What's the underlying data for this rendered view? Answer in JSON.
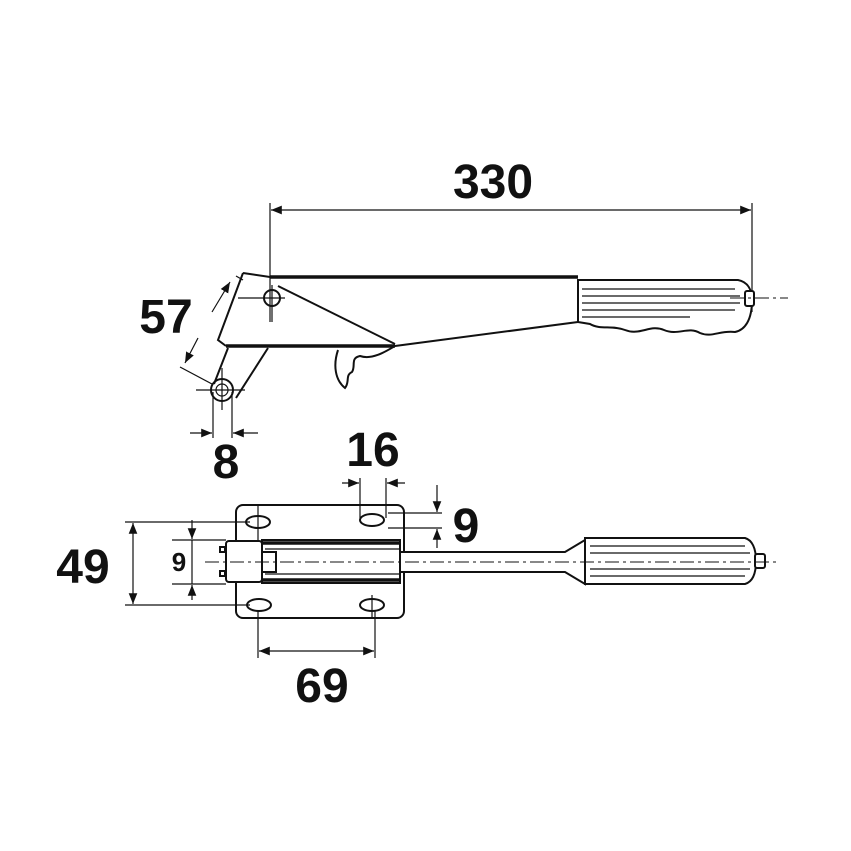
{
  "title": "Handbrake lever dimension drawing",
  "dimensions": {
    "overall_length": "330",
    "pivot_distance": "57",
    "hole_diameter": "8",
    "slot_length": "16",
    "slot_width": "9",
    "mount_height": "49",
    "body_width": "9",
    "mount_spacing": "69"
  },
  "colors": {
    "line": "#111111",
    "background": "#ffffff"
  }
}
